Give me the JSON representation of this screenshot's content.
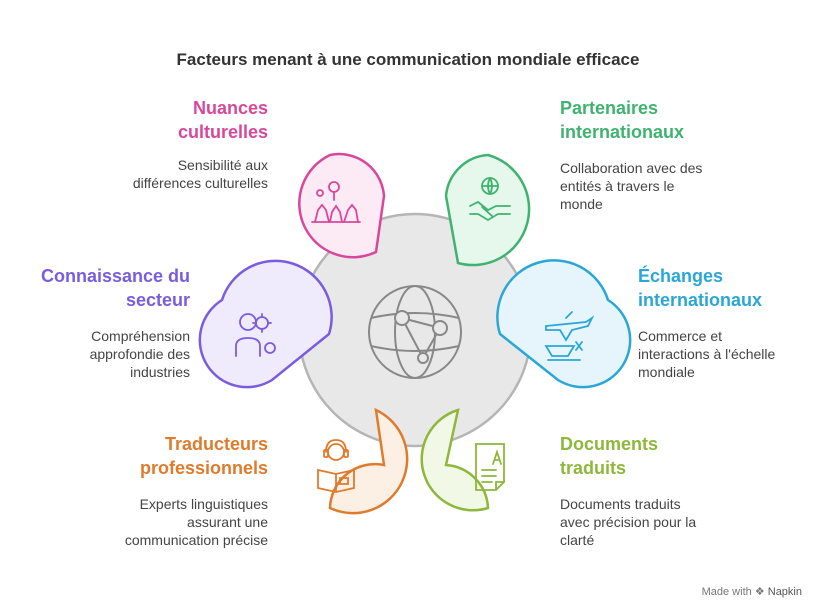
{
  "title": "Facteurs menant à une communication mondiale efficace",
  "colors": {
    "pink": "#D9479B",
    "green": "#3FB36F",
    "purple": "#7A5CE0",
    "blue": "#2AA7D6",
    "orange": "#E07B2C",
    "lime": "#8DB83A",
    "center_fill": "#E8E8E8",
    "center_stroke": "#B5B5B5",
    "icon_stroke": "#888888"
  },
  "center": {
    "icon": "globe-network-icon"
  },
  "factors": [
    {
      "id": "nuances",
      "heading_lines": [
        "Nuances",
        "culturelles"
      ],
      "description_lines": [
        "Sensibilité aux",
        "différences culturelles"
      ],
      "icon": "cultural-landmarks-icon",
      "color": "#D9479B",
      "fill": "#FCEAF4"
    },
    {
      "id": "partenaires",
      "heading_lines": [
        "Partenaires",
        "internationaux"
      ],
      "description_lines": [
        "Collaboration avec des",
        "entités à travers le",
        "monde"
      ],
      "icon": "handshake-globe-icon",
      "color": "#3FB36F",
      "fill": "#E6F7EC"
    },
    {
      "id": "connaissance",
      "heading_lines": [
        "Connaissance du",
        "secteur"
      ],
      "description_lines": [
        "Compréhension",
        "approfondie des",
        "industries"
      ],
      "icon": "person-gears-icon",
      "color": "#7A5CE0",
      "fill": "#EFEAFC"
    },
    {
      "id": "echanges",
      "heading_lines": [
        "Échanges",
        "internationaux"
      ],
      "description_lines": [
        "Commerce et",
        "interactions à l'échelle",
        "mondiale"
      ],
      "icon": "plane-ship-icon",
      "color": "#2AA7D6",
      "fill": "#E5F5FB"
    },
    {
      "id": "traducteurs",
      "heading_lines": [
        "Traducteurs",
        "professionnels"
      ],
      "description_lines": [
        "Experts linguistiques",
        "assurant une",
        "communication précise"
      ],
      "icon": "reader-headset-icon",
      "color": "#E07B2C",
      "fill": "#FCEFE4"
    },
    {
      "id": "documents",
      "heading_lines": [
        "Documents",
        "traduits"
      ],
      "description_lines": [
        "Documents traduits",
        "avec précision pour la",
        "clarté"
      ],
      "icon": "translated-document-icon",
      "color": "#8DB83A",
      "fill": "#F2F8E6"
    }
  ],
  "watermark": {
    "prefix": "Made with",
    "brand": "Napkin"
  }
}
